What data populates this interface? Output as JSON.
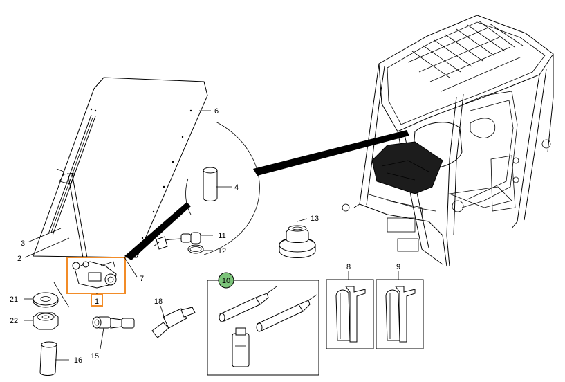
{
  "callouts": {
    "c1": "1",
    "c2": "2",
    "c3": "3",
    "c4": "4",
    "c6": "6",
    "c7": "7",
    "c8": "8",
    "c9": "9",
    "c10": "10",
    "c11": "11",
    "c12": "12",
    "c13": "13",
    "c15": "15",
    "c16": "16",
    "c18": "18",
    "c21": "21",
    "c22": "22"
  },
  "colors": {
    "highlight": "#f28c28",
    "kit_badge": "#7cc47a",
    "line": "#000000",
    "background": "#ffffff"
  },
  "icons": {
    "cab": "cab-frame-illustration",
    "windshield": "windshield-panel-illustration",
    "wiper_motor": "wiper-motor-illustration"
  }
}
